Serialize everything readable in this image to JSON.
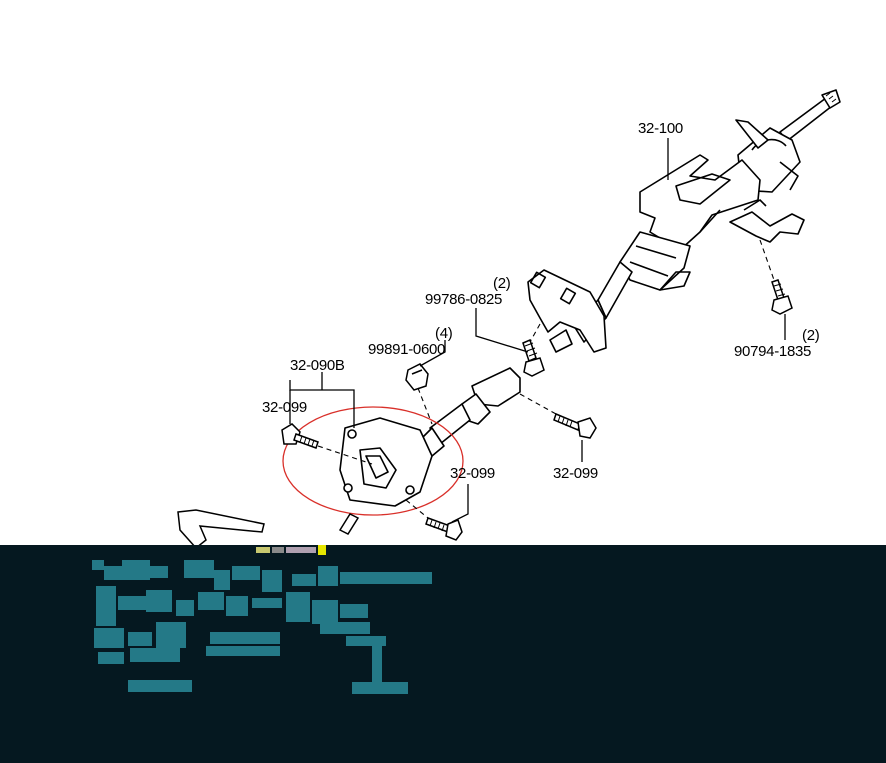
{
  "labels": {
    "steering_column": "32-100",
    "bolt_upper_left_qty": "(2)",
    "bolt_upper_left": "99786-0825",
    "bolt_right_qty": "(2)",
    "bolt_right": "90794-1835",
    "clip_qty": "(4)",
    "clip": "99891-0600",
    "joint_assembly": "32-090B",
    "bolt_left": "32-099",
    "bolt_lower_center": "32-099",
    "bolt_lower_right": "32-099"
  },
  "colors": {
    "line": "#000000",
    "highlight_circle": "#d9302a",
    "dark_band": "#051820",
    "noise_cyan": "#2a8a9a"
  }
}
